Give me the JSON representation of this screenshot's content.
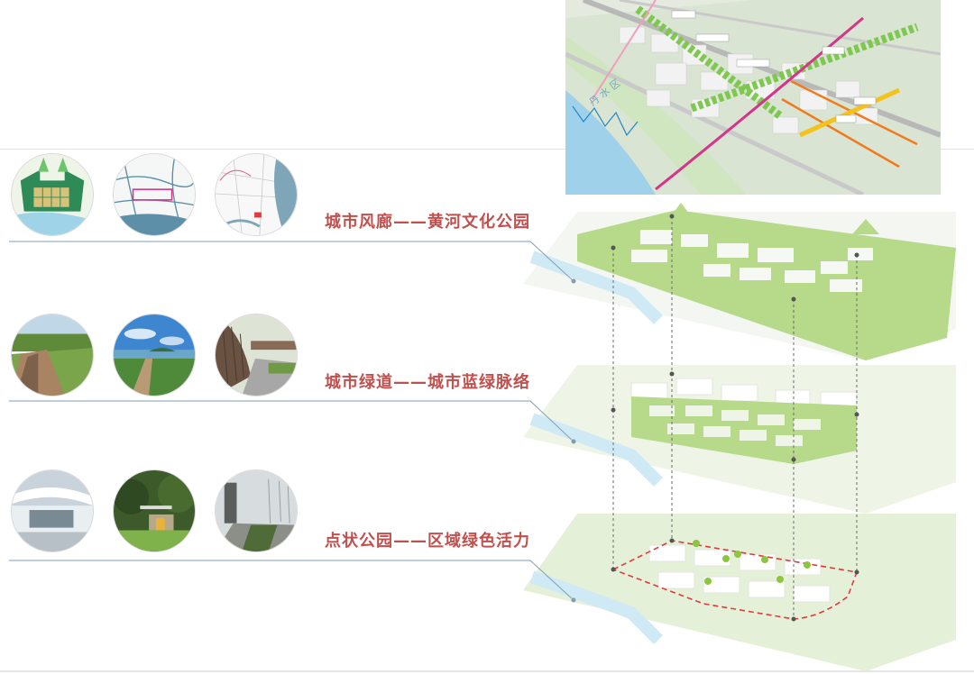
{
  "layers": [
    {
      "title": "城市风廊——黄河文化公园"
    },
    {
      "title": "城市绿道——城市蓝绿脉络"
    },
    {
      "title": "点状公园——区域绿色活力"
    }
  ],
  "colors": {
    "title_red": "#c0504d",
    "green_layer": "#b6d98a",
    "light_green": "#dcecc5",
    "water_blue": "#cfe9f5",
    "boundary_red": "#e03a3a",
    "leader_line": "#7f9db5"
  },
  "icons": {
    "park_pin": "map-pin-icon"
  }
}
